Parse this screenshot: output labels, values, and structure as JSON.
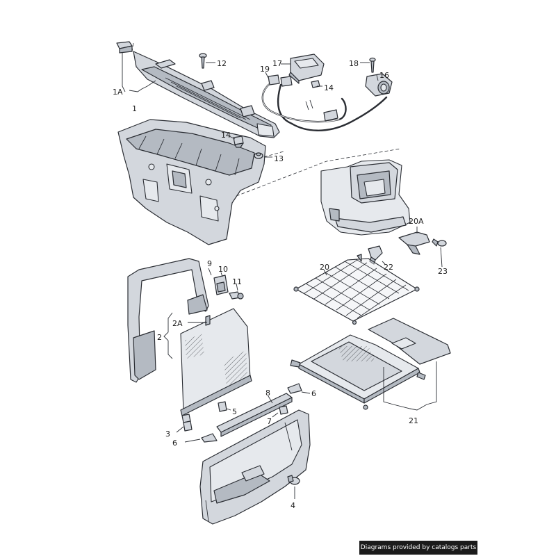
{
  "callouts": {
    "c1A": "1A",
    "c1": "1",
    "c12": "12",
    "c17": "17",
    "c19": "19",
    "c14a": "14",
    "c18": "18",
    "c16": "16",
    "c14b": "14",
    "c13": "13",
    "c20A": "20A",
    "c22": "22",
    "c23": "23",
    "c20": "20",
    "c9": "9",
    "c10": "10",
    "c11": "11",
    "c2A": "2A",
    "c2": "2",
    "c5": "5",
    "c8": "8",
    "c6a": "6",
    "c7": "7",
    "c3": "3",
    "c6b": "6",
    "c4": "4",
    "c21": "21"
  },
  "credit": "Diagrams provided by catalogs parts"
}
